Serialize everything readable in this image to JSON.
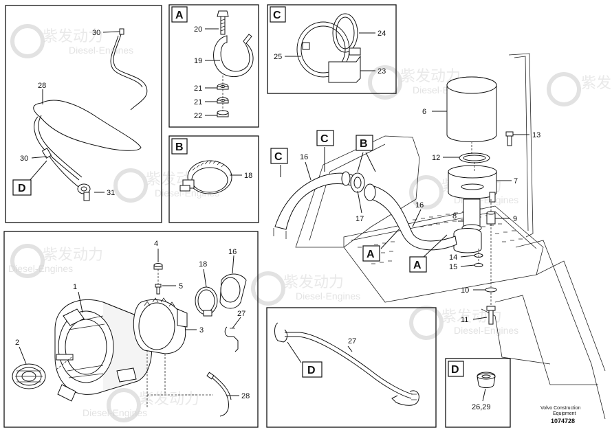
{
  "watermark": {
    "cn": "紫发动力",
    "en": "Diesel-Engines"
  },
  "panels": {
    "A": "A",
    "B": "B",
    "C": "C",
    "D": "D"
  },
  "callouts": {
    "p1": "1",
    "p2": "2",
    "p3": "3",
    "p4": "4",
    "p5": "5",
    "p6": "6",
    "p7": "7",
    "p8": "8",
    "p9": "9",
    "p10": "10",
    "p11": "11",
    "p12": "12",
    "p13": "13",
    "p14": "14",
    "p15": "15",
    "p16a": "16",
    "p16b": "16",
    "p16c": "16",
    "p17": "17",
    "p18a": "18",
    "p18b": "18",
    "p19": "19",
    "p20": "20",
    "p21a": "21",
    "p21b": "21",
    "p22": "22",
    "p23": "23",
    "p24": "24",
    "p25": "25",
    "p2629": "26,29",
    "p27a": "27",
    "p27b": "27",
    "p28a": "28",
    "p28b": "28",
    "p30a": "30",
    "p30b": "30",
    "p31": "31"
  },
  "caption": {
    "company_line1": "Volvo Construction",
    "company_line2": "Equipment",
    "drawing_number": "1074728"
  }
}
